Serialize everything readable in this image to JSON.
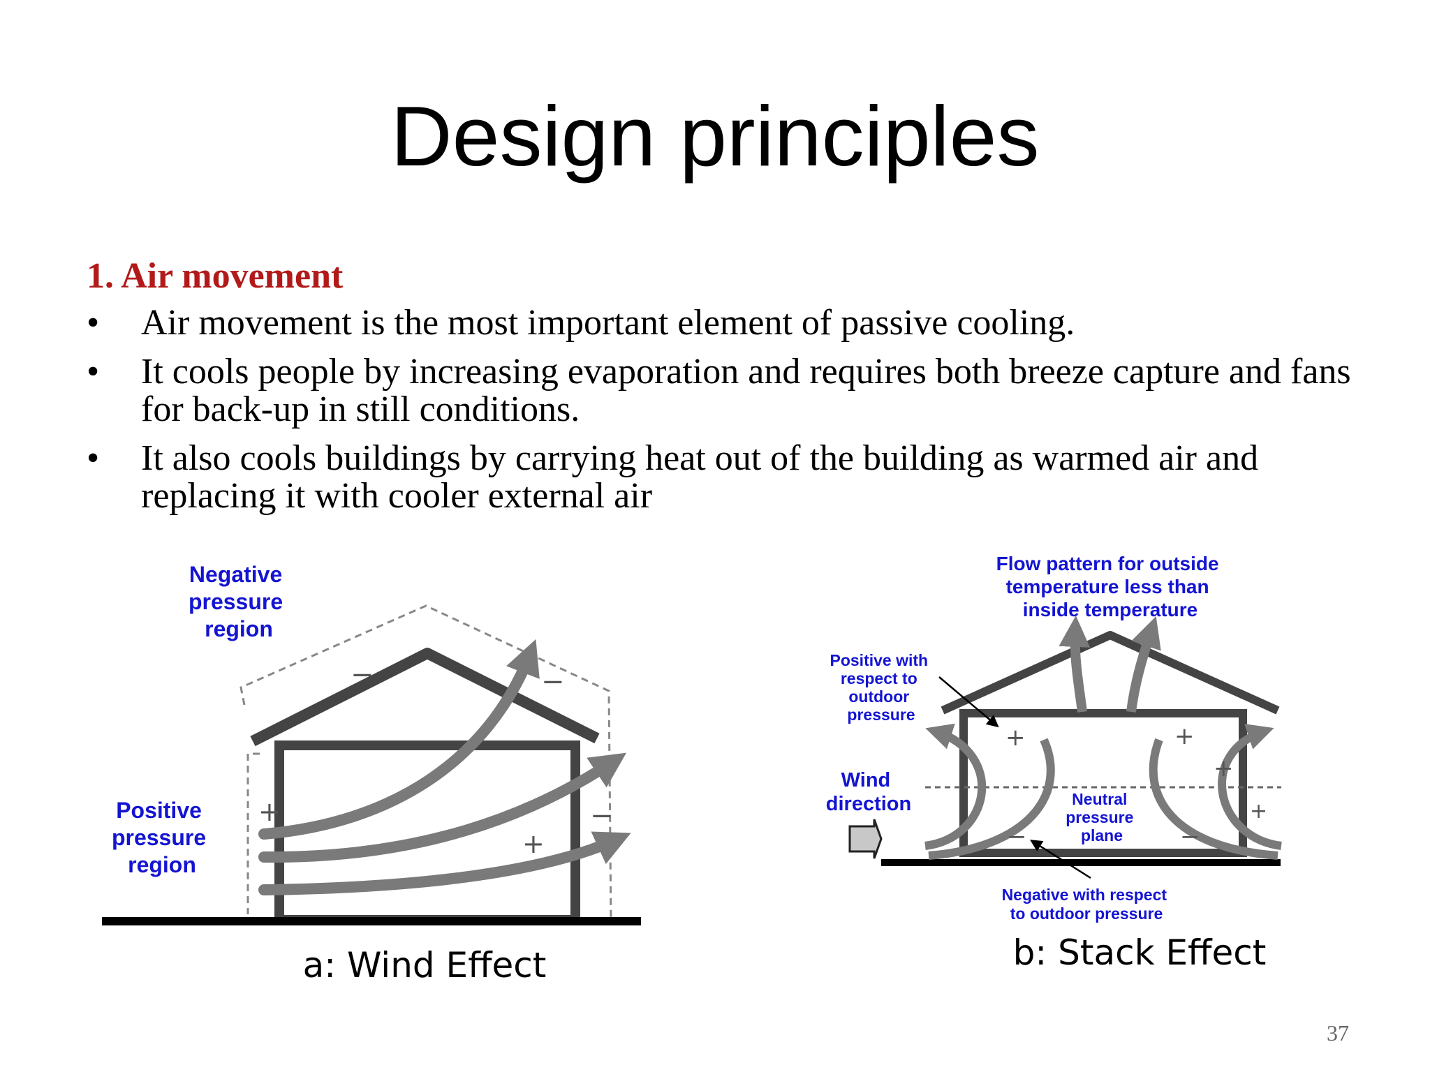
{
  "slide": {
    "title": "Design principles",
    "section_heading": "1. Air movement",
    "bullets": [
      "Air movement is the most important element of passive cooling.",
      "It cools people by increasing evaporation and requires both breeze capture and fans for back-up in still conditions.",
      " It also cools buildings by carrying heat out of the building as warmed air and replacing it with cooler external air"
    ],
    "bullet_glyph": "•",
    "page_number": "37"
  },
  "figure_a": {
    "caption": "a: Wind Effect",
    "negative_label": [
      "Negative",
      "pressure",
      "region"
    ],
    "positive_label": [
      "Positive",
      "pressure",
      "region"
    ],
    "plus": "+",
    "minus": "−"
  },
  "figure_b": {
    "caption": "b: Stack Effect",
    "flow_label": [
      "Flow pattern for outside",
      "temperature less than",
      "inside temperature"
    ],
    "positive_label": [
      "Positive with",
      "respect to",
      "outdoor",
      "pressure"
    ],
    "wind_label": [
      "Wind",
      "direction"
    ],
    "neutral_label": [
      "Neutral",
      "pressure",
      "plane"
    ],
    "negative_label": [
      "Negative with respect",
      "to outdoor pressure"
    ],
    "plus": "+",
    "minus": "−"
  },
  "colors": {
    "heading": "#b21a1a",
    "diagram_label": "#1414d2",
    "diagram_line": "#3c3c3c"
  }
}
